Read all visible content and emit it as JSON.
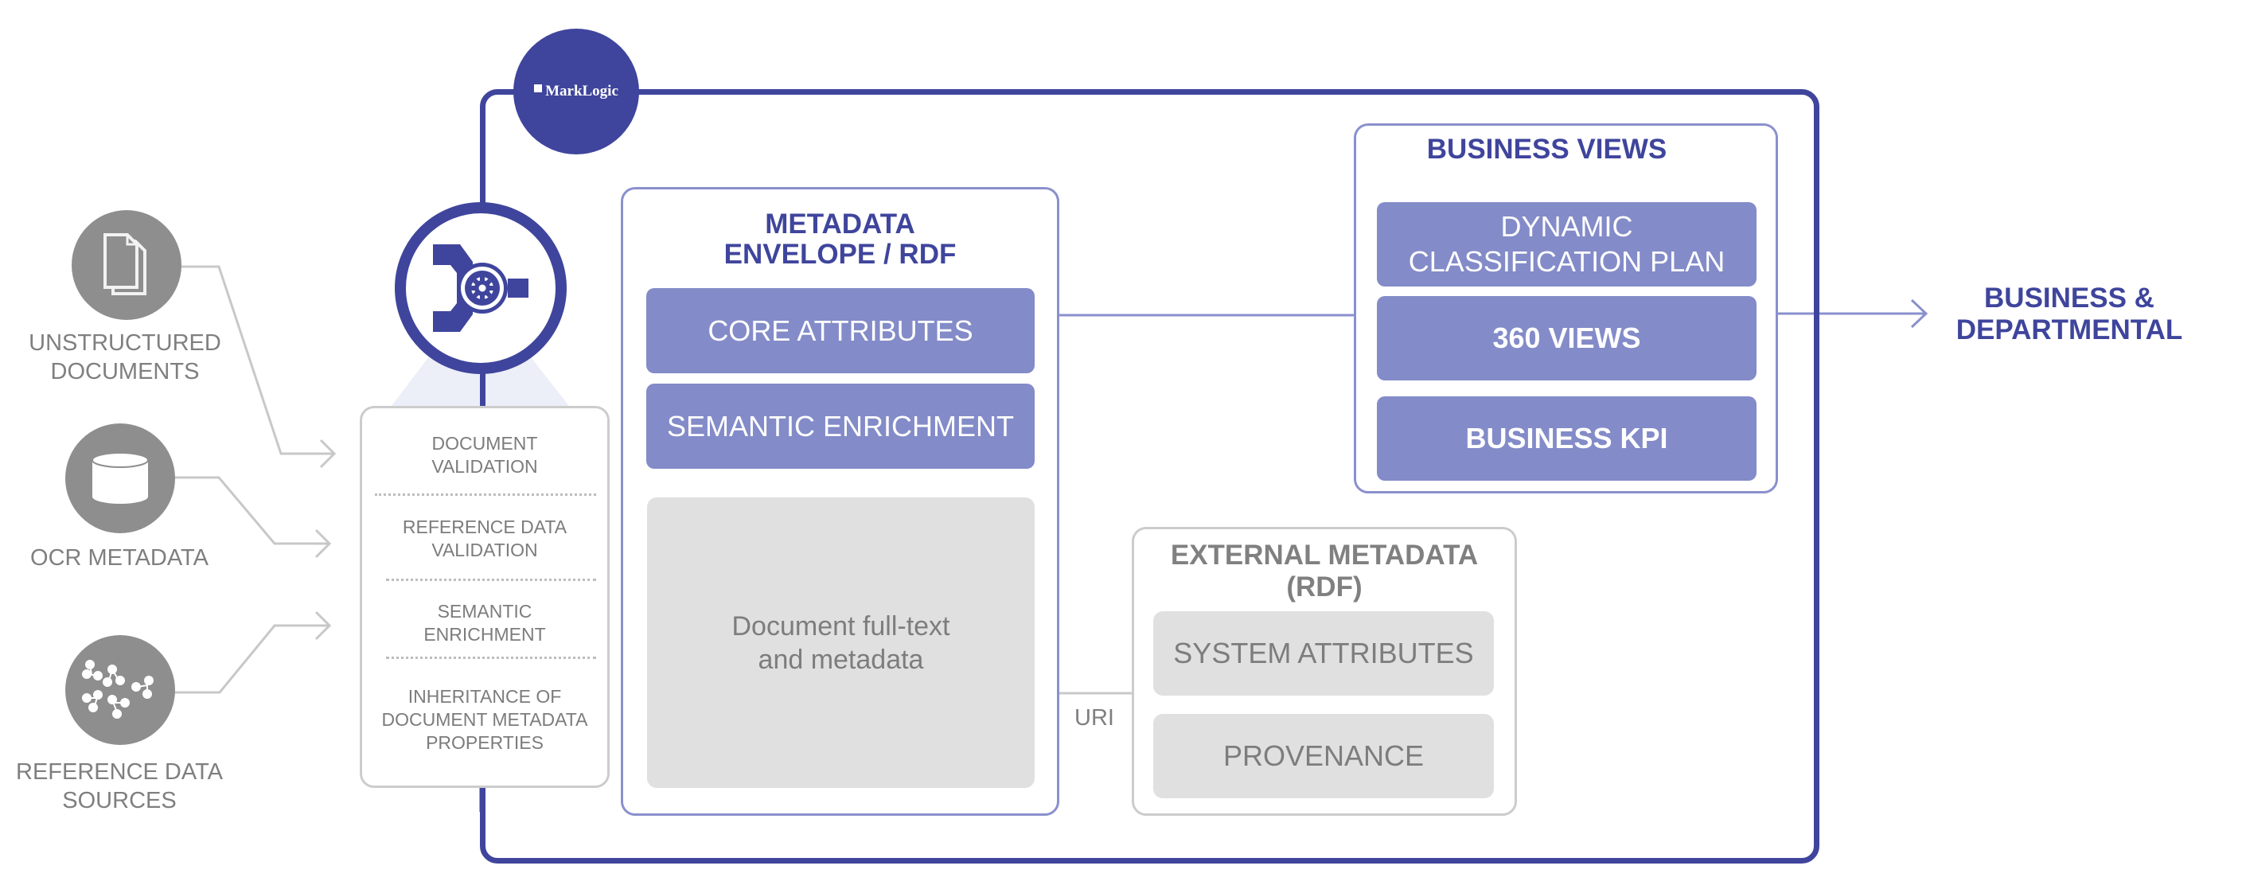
{
  "brand": {
    "logo_text": "MarkLogic",
    "logo_icon": "marklogic-logo-icon"
  },
  "colors": {
    "primary": "#3f459c",
    "tile_blue": "#838bc8",
    "box_border_blue": "#8a90cd",
    "source_grey": "#8e8e8e",
    "tile_grey": "#e0e0e0",
    "text_grey": "#7f7f7f"
  },
  "sources": [
    {
      "icon": "documents-icon",
      "label_lines": [
        "UNSTRUCTURED",
        "DOCUMENTS"
      ]
    },
    {
      "icon": "database-icon",
      "label_lines": [
        "OCR METADATA"
      ]
    },
    {
      "icon": "network-nodes-icon",
      "label_lines": [
        "REFERENCE DATA",
        "SOURCES"
      ]
    }
  ],
  "ingestion": {
    "icon": "connector-gear-icon",
    "steps": [
      {
        "lines": [
          "DOCUMENT",
          "VALIDATION"
        ]
      },
      {
        "lines": [
          "REFERENCE DATA",
          "VALIDATION"
        ]
      },
      {
        "lines": [
          "SEMANTIC",
          "ENRICHMENT"
        ]
      },
      {
        "lines": [
          "INHERITANCE OF",
          "DOCUMENT METADATA",
          "PROPERTIES"
        ]
      }
    ]
  },
  "envelope": {
    "title_lines": [
      "METADATA",
      "ENVELOPE / RDF"
    ],
    "tiles": [
      "CORE ATTRIBUTES",
      "SEMANTIC ENRICHMENT"
    ],
    "content_lines": [
      "Document full-text",
      "and metadata"
    ]
  },
  "uri_label": "URI",
  "external": {
    "title_lines": [
      "EXTERNAL METADATA",
      "(RDF)"
    ],
    "tiles": [
      "SYSTEM ATTRIBUTES",
      "PROVENANCE"
    ]
  },
  "business_views": {
    "title": "BUSINESS VIEWS",
    "tiles": [
      {
        "lines": [
          "DYNAMIC",
          "CLASSIFICATION PLAN"
        ],
        "bold": false
      },
      {
        "lines": [
          "360 VIEWS"
        ],
        "bold": true
      },
      {
        "lines": [
          "BUSINESS KPI"
        ],
        "bold": true
      }
    ]
  },
  "output": {
    "lines": [
      "BUSINESS &",
      "DEPARTMENTAL"
    ]
  }
}
